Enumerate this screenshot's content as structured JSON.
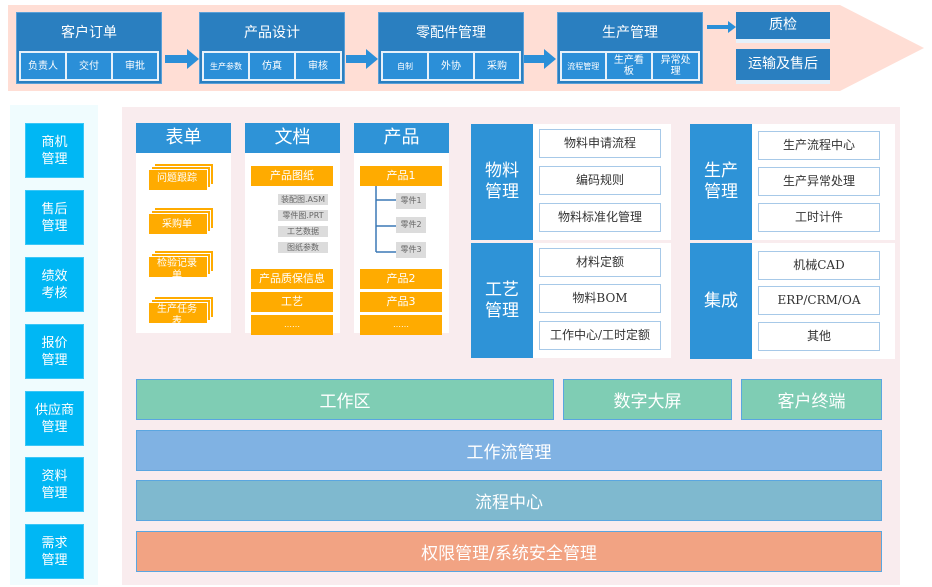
{
  "process_flow": {
    "stages": [
      {
        "title": "客户订单",
        "subs": [
          "负责人",
          "交付",
          "审批"
        ]
      },
      {
        "title": "产品设计",
        "subs": [
          "生产参数",
          "仿真",
          "审核"
        ]
      },
      {
        "title": "零配件管理",
        "subs": [
          "自制",
          "外协",
          "采购"
        ]
      },
      {
        "title": "生产管理",
        "subs": [
          "流程管理",
          "生产看板",
          "异常处理"
        ]
      }
    ],
    "end_stages": [
      "质检",
      "运输及售后"
    ]
  },
  "sidebar": {
    "items": [
      "商机管理",
      "售后管理",
      "绩效考核",
      "报价管理",
      "供应商管理",
      "资料管理",
      "需求管理"
    ]
  },
  "forms": {
    "title": "表单",
    "items": [
      "问题跟踪",
      "采购单",
      "检验记录单",
      "生产任务表"
    ]
  },
  "documents": {
    "title": "文档",
    "primary": "产品图纸",
    "sub_items": [
      "装配图.ASM",
      "零件图.PRT",
      "工艺数据",
      "图纸参数"
    ],
    "others": [
      "产品质保信息",
      "工艺",
      "……"
    ]
  },
  "products": {
    "title": "产品",
    "primary": "产品1",
    "parts": [
      "零件1",
      "零件2",
      "零件3"
    ],
    "others": [
      "产品2",
      "产品3",
      "……"
    ]
  },
  "groups": [
    {
      "title": "物料管理",
      "items": [
        "物料申请流程",
        "编码规则",
        "物料标准化管理"
      ]
    },
    {
      "title": "工艺管理",
      "items": [
        "材料定额",
        "物料BOM",
        "工作中心/工时定额"
      ]
    },
    {
      "title": "生产管理",
      "items": [
        "生产流程中心",
        "生产异常处理",
        "工时计件"
      ]
    },
    {
      "title": "集成",
      "items": [
        "机械CAD",
        "ERP/CRM/OA",
        "其他"
      ]
    }
  ],
  "layers": {
    "top": [
      "工作区",
      "数字大屏",
      "客户终端"
    ],
    "workflow": "工作流管理",
    "process_center": "流程中心",
    "security": "权限管理/系统安全管理"
  },
  "colors": {
    "stage_blue": "#2a7fc0",
    "header_blue": "#2e93d7",
    "sidebar_cyan": "#00b7f4",
    "orange": "#ffab00",
    "green_layer": "#7fcdb4",
    "blue_layer": "#80b2e3",
    "teal_layer": "#7fb9cf",
    "salmon_layer": "#f2a383",
    "band_pink": "#ffded5",
    "panel_pink": "#f9ecee"
  }
}
